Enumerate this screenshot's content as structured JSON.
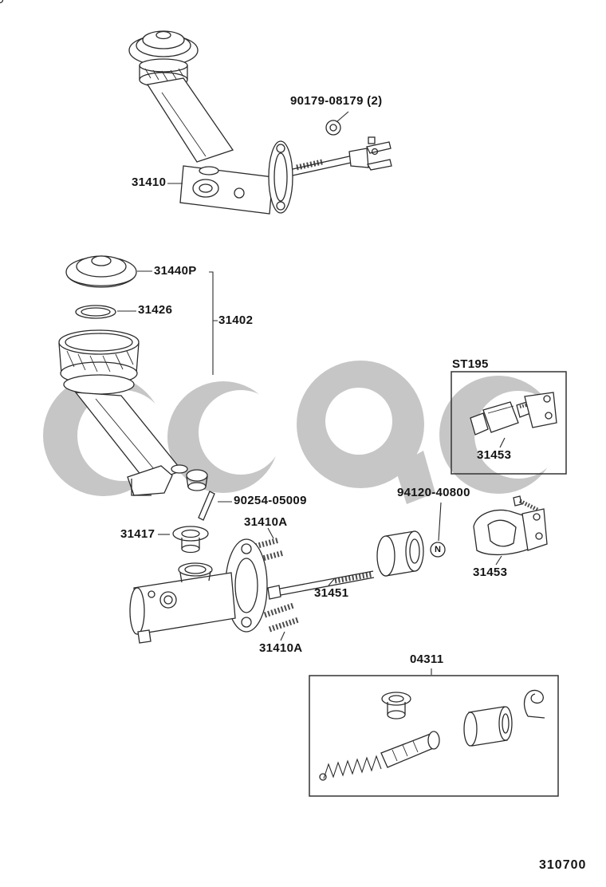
{
  "page": {
    "number": "310700"
  },
  "watermark_color": "#c6c6c6",
  "callouts": {
    "nut": "90179-08179 (2)",
    "master_cylinder": "31410",
    "cap": "31440P",
    "gasket": "31426",
    "reservoir": "31402",
    "st195": "ST195",
    "switch_in_box": "31453",
    "pin": "90254-05009",
    "nut_clip": "94120-40800",
    "stud_upper": "31410A",
    "grommet": "31417",
    "push_rod": "31451",
    "clamp": "31453",
    "stud_lower": "31410A",
    "repair_kit": "04311",
    "n_symbol": "N"
  }
}
